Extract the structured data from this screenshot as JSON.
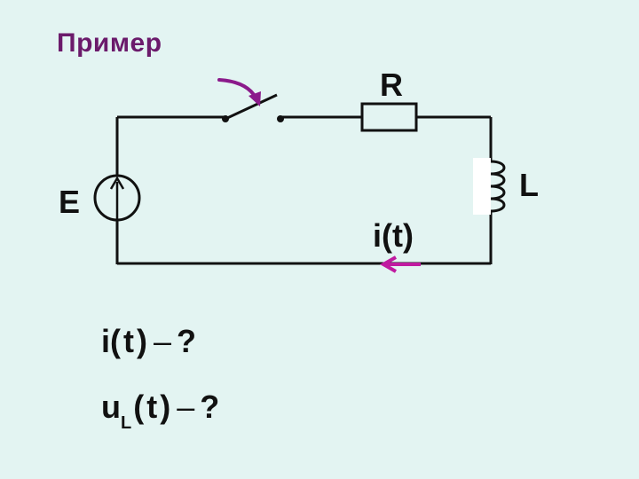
{
  "slide": {
    "title": "Пример"
  },
  "circuit": {
    "source_label": "E",
    "resistor_label": "R",
    "inductor_label": "L",
    "current_label": "i(t)",
    "colors": {
      "wire": "#111111",
      "arrow_accent": "#8b1a8b",
      "current_arrow": "#c01aa0",
      "title": "#6b1a6b",
      "background": "#e3f4f2"
    }
  },
  "questions": {
    "q1_var": "i",
    "q1_arg": "(t)",
    "q1_dash": "–",
    "q1_mark": "?",
    "q2_var": "u",
    "q2_sub": "L",
    "q2_arg": "(t)",
    "q2_dash": "–",
    "q2_mark": "?"
  }
}
